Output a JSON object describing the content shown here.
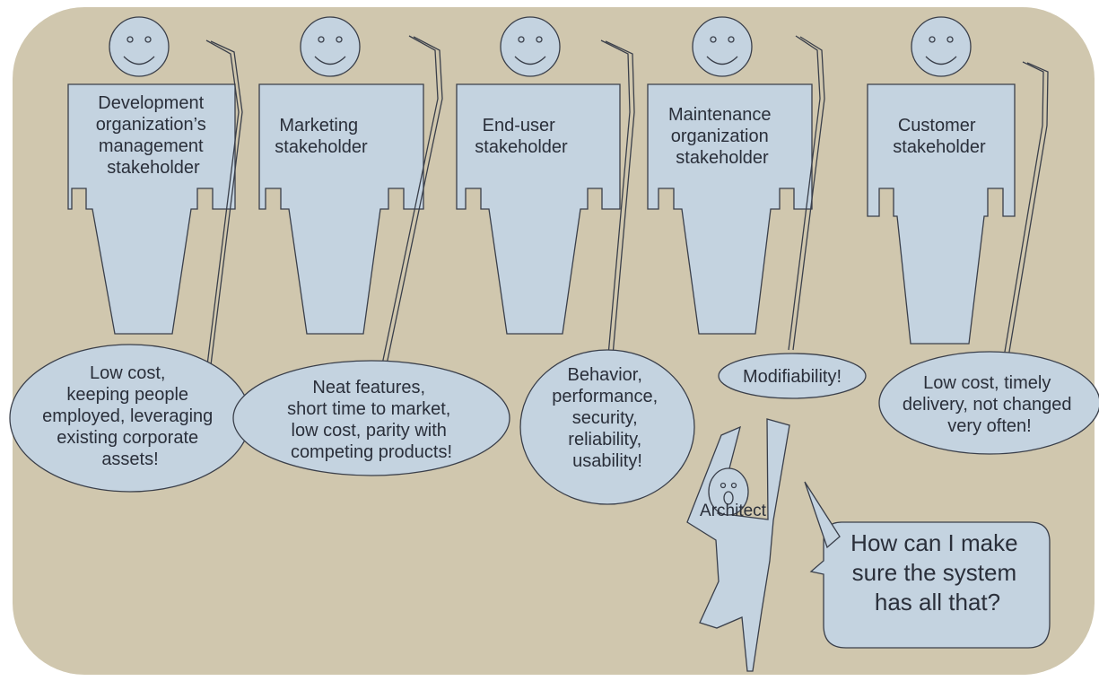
{
  "colors": {
    "background": "#d0c7ae",
    "figure_fill": "#c4d3e0",
    "outline": "#3a3f4a",
    "text": "#2a2f3a"
  },
  "stakeholders": [
    {
      "label": [
        "Development",
        "organization’s",
        "management",
        "stakeholder"
      ],
      "concern": [
        "Low cost,",
        "keeping people",
        "employed, leveraging",
        "existing corporate",
        "assets!"
      ]
    },
    {
      "label": [
        "Marketing",
        "stakeholder"
      ],
      "concern": [
        "Neat features,",
        "short time to market,",
        "low cost, parity with",
        "competing products!"
      ]
    },
    {
      "label": [
        "End-user",
        "stakeholder"
      ],
      "concern": [
        "Behavior,",
        "performance,",
        "security,",
        "reliability,",
        "usability!"
      ]
    },
    {
      "label": [
        "Maintenance",
        "organization",
        "stakeholder"
      ],
      "concern": [
        "Modifiability!"
      ]
    },
    {
      "label": [
        "Customer",
        "stakeholder"
      ],
      "concern": [
        "Low cost, timely",
        "delivery, not changed",
        "very often!"
      ]
    }
  ],
  "architect": {
    "label": "Architect",
    "question": [
      "How can I make",
      "sure the system",
      "has all that?"
    ]
  }
}
